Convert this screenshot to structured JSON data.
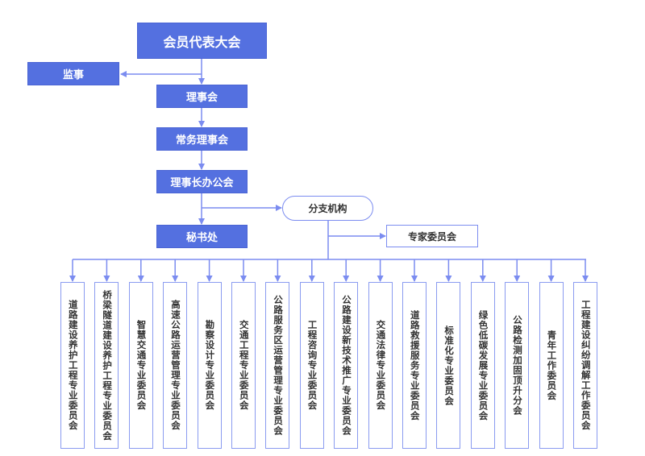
{
  "diagram": {
    "top": "会员代表大会",
    "supervisor": "监事",
    "council": "理事会",
    "standing_council": "常务理事会",
    "chairman_office": "理事长办公会",
    "secretariat": "秘书处",
    "branches": "分支机构",
    "experts": "专家委员会",
    "committees": [
      "道路建设养护工程专业委员会",
      "桥梁隧道建设养护工程专业委员会",
      "智慧交通专业委员会",
      "高速公路运营管理专业委员会",
      "勘察设计专业委员会",
      "交通工程专业委员会",
      "公路服务区运营管理专业委员会",
      "工程咨询专业委员会",
      "公路建设新技术推广专业委员会",
      "交通法律专业委员会",
      "道路救援服务专业委员会",
      "标准化专业委员会",
      "绿色低碳发展专业委员会",
      "公路检测加固顶升分会",
      "青年工作委员会",
      "工程建设纠纷调解工作委员会"
    ]
  },
  "colors": {
    "primary": "#5470e0",
    "line": "#7b8cf0"
  }
}
